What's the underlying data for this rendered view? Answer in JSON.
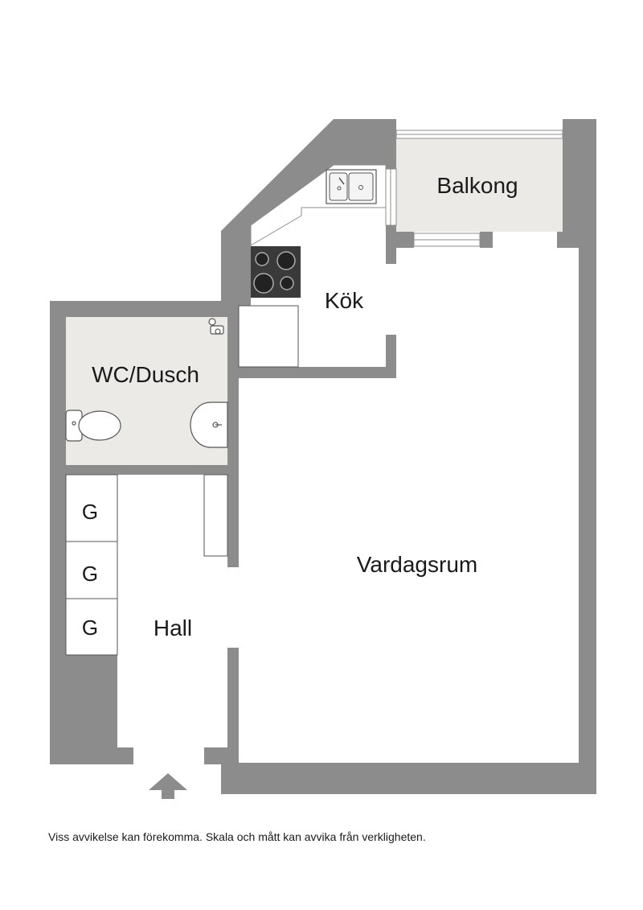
{
  "rooms": {
    "balkong": "Balkong",
    "kok": "Kök",
    "wc": "WC/Dusch",
    "hall": "Hall",
    "vardagsrum": "Vardagsrum"
  },
  "closets": [
    "G",
    "G",
    "G"
  ],
  "disclaimer": "Viss avvikelse kan förekomma. Skala och mått kan avvika från verkligheten.",
  "colors": {
    "wall": "#8c8c8c",
    "wet_room_floor": "#ebeae6",
    "balcony_floor": "#ebeae6",
    "floor": "#ffffff",
    "entrance_arrow": "#8c8c8c"
  },
  "icons": {
    "entrance": "entrance-arrow-icon",
    "sink": "kitchen-sink-icon",
    "stove": "stove-icon",
    "toilet": "toilet-icon",
    "washbasin": "washbasin-icon",
    "shower": "shower-icon"
  }
}
